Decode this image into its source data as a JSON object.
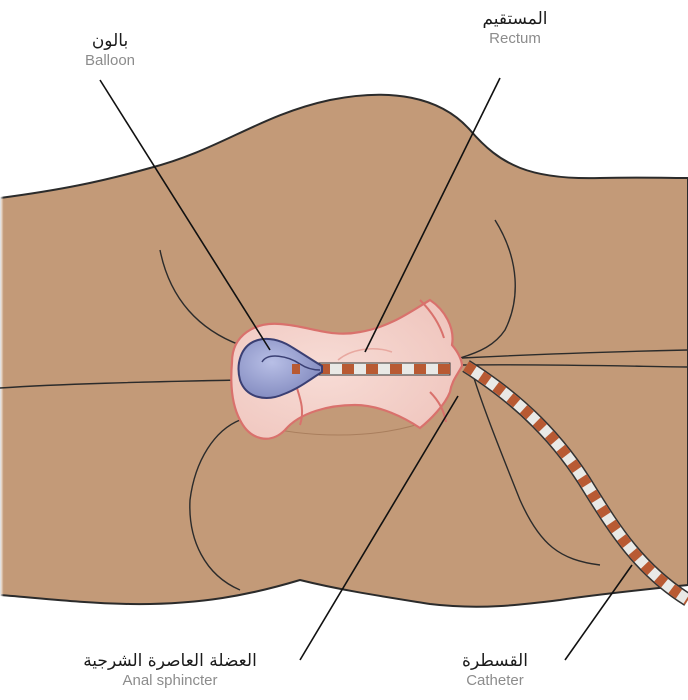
{
  "labels": {
    "balloon": {
      "ar": "بالون",
      "en": "Balloon"
    },
    "rectum": {
      "ar": "المستقيم",
      "en": "Rectum"
    },
    "sphincter": {
      "ar": "العضلة العاصرة الشرجية",
      "en": "Anal sphincter"
    },
    "catheter": {
      "ar": "القسطرة",
      "en": "Catheter"
    }
  },
  "colors": {
    "skin": "#c39a78",
    "skin_shadow": "#a97e5d",
    "tissue_light": "#f2cfc9",
    "tissue_outline": "#d9716c",
    "balloon": "#8f97c8",
    "balloon_outline": "#3a3f73",
    "catheter_band": "#b85a33",
    "catheter_light": "#e9e9e6",
    "line": "#111111"
  }
}
